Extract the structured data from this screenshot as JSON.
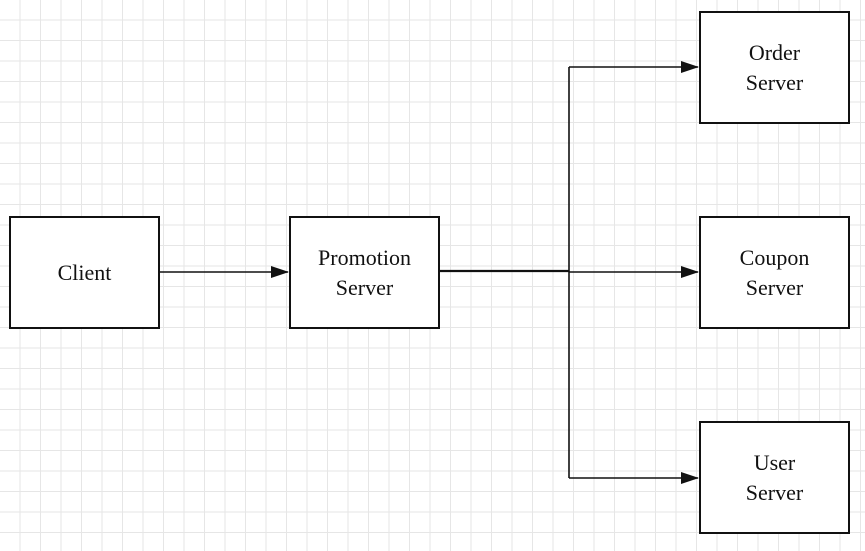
{
  "nodes": {
    "client": {
      "label": "Client"
    },
    "promotion": {
      "label": "Promotion\nServer"
    },
    "order": {
      "label": "Order\nServer"
    },
    "coupon": {
      "label": "Coupon\nServer"
    },
    "user": {
      "label": "User\nServer"
    }
  },
  "edges": [
    {
      "from": "Client",
      "to": "Promotion\nServer"
    },
    {
      "from": "Promotion\nServer",
      "to": "Order\nServer"
    },
    {
      "from": "Promotion\nServer",
      "to": "Coupon\nServer"
    },
    {
      "from": "Promotion\nServer",
      "to": "User\nServer"
    }
  ],
  "colors": {
    "stroke": "#111111",
    "grid": "#e6e6e6",
    "background": "#ffffff"
  }
}
